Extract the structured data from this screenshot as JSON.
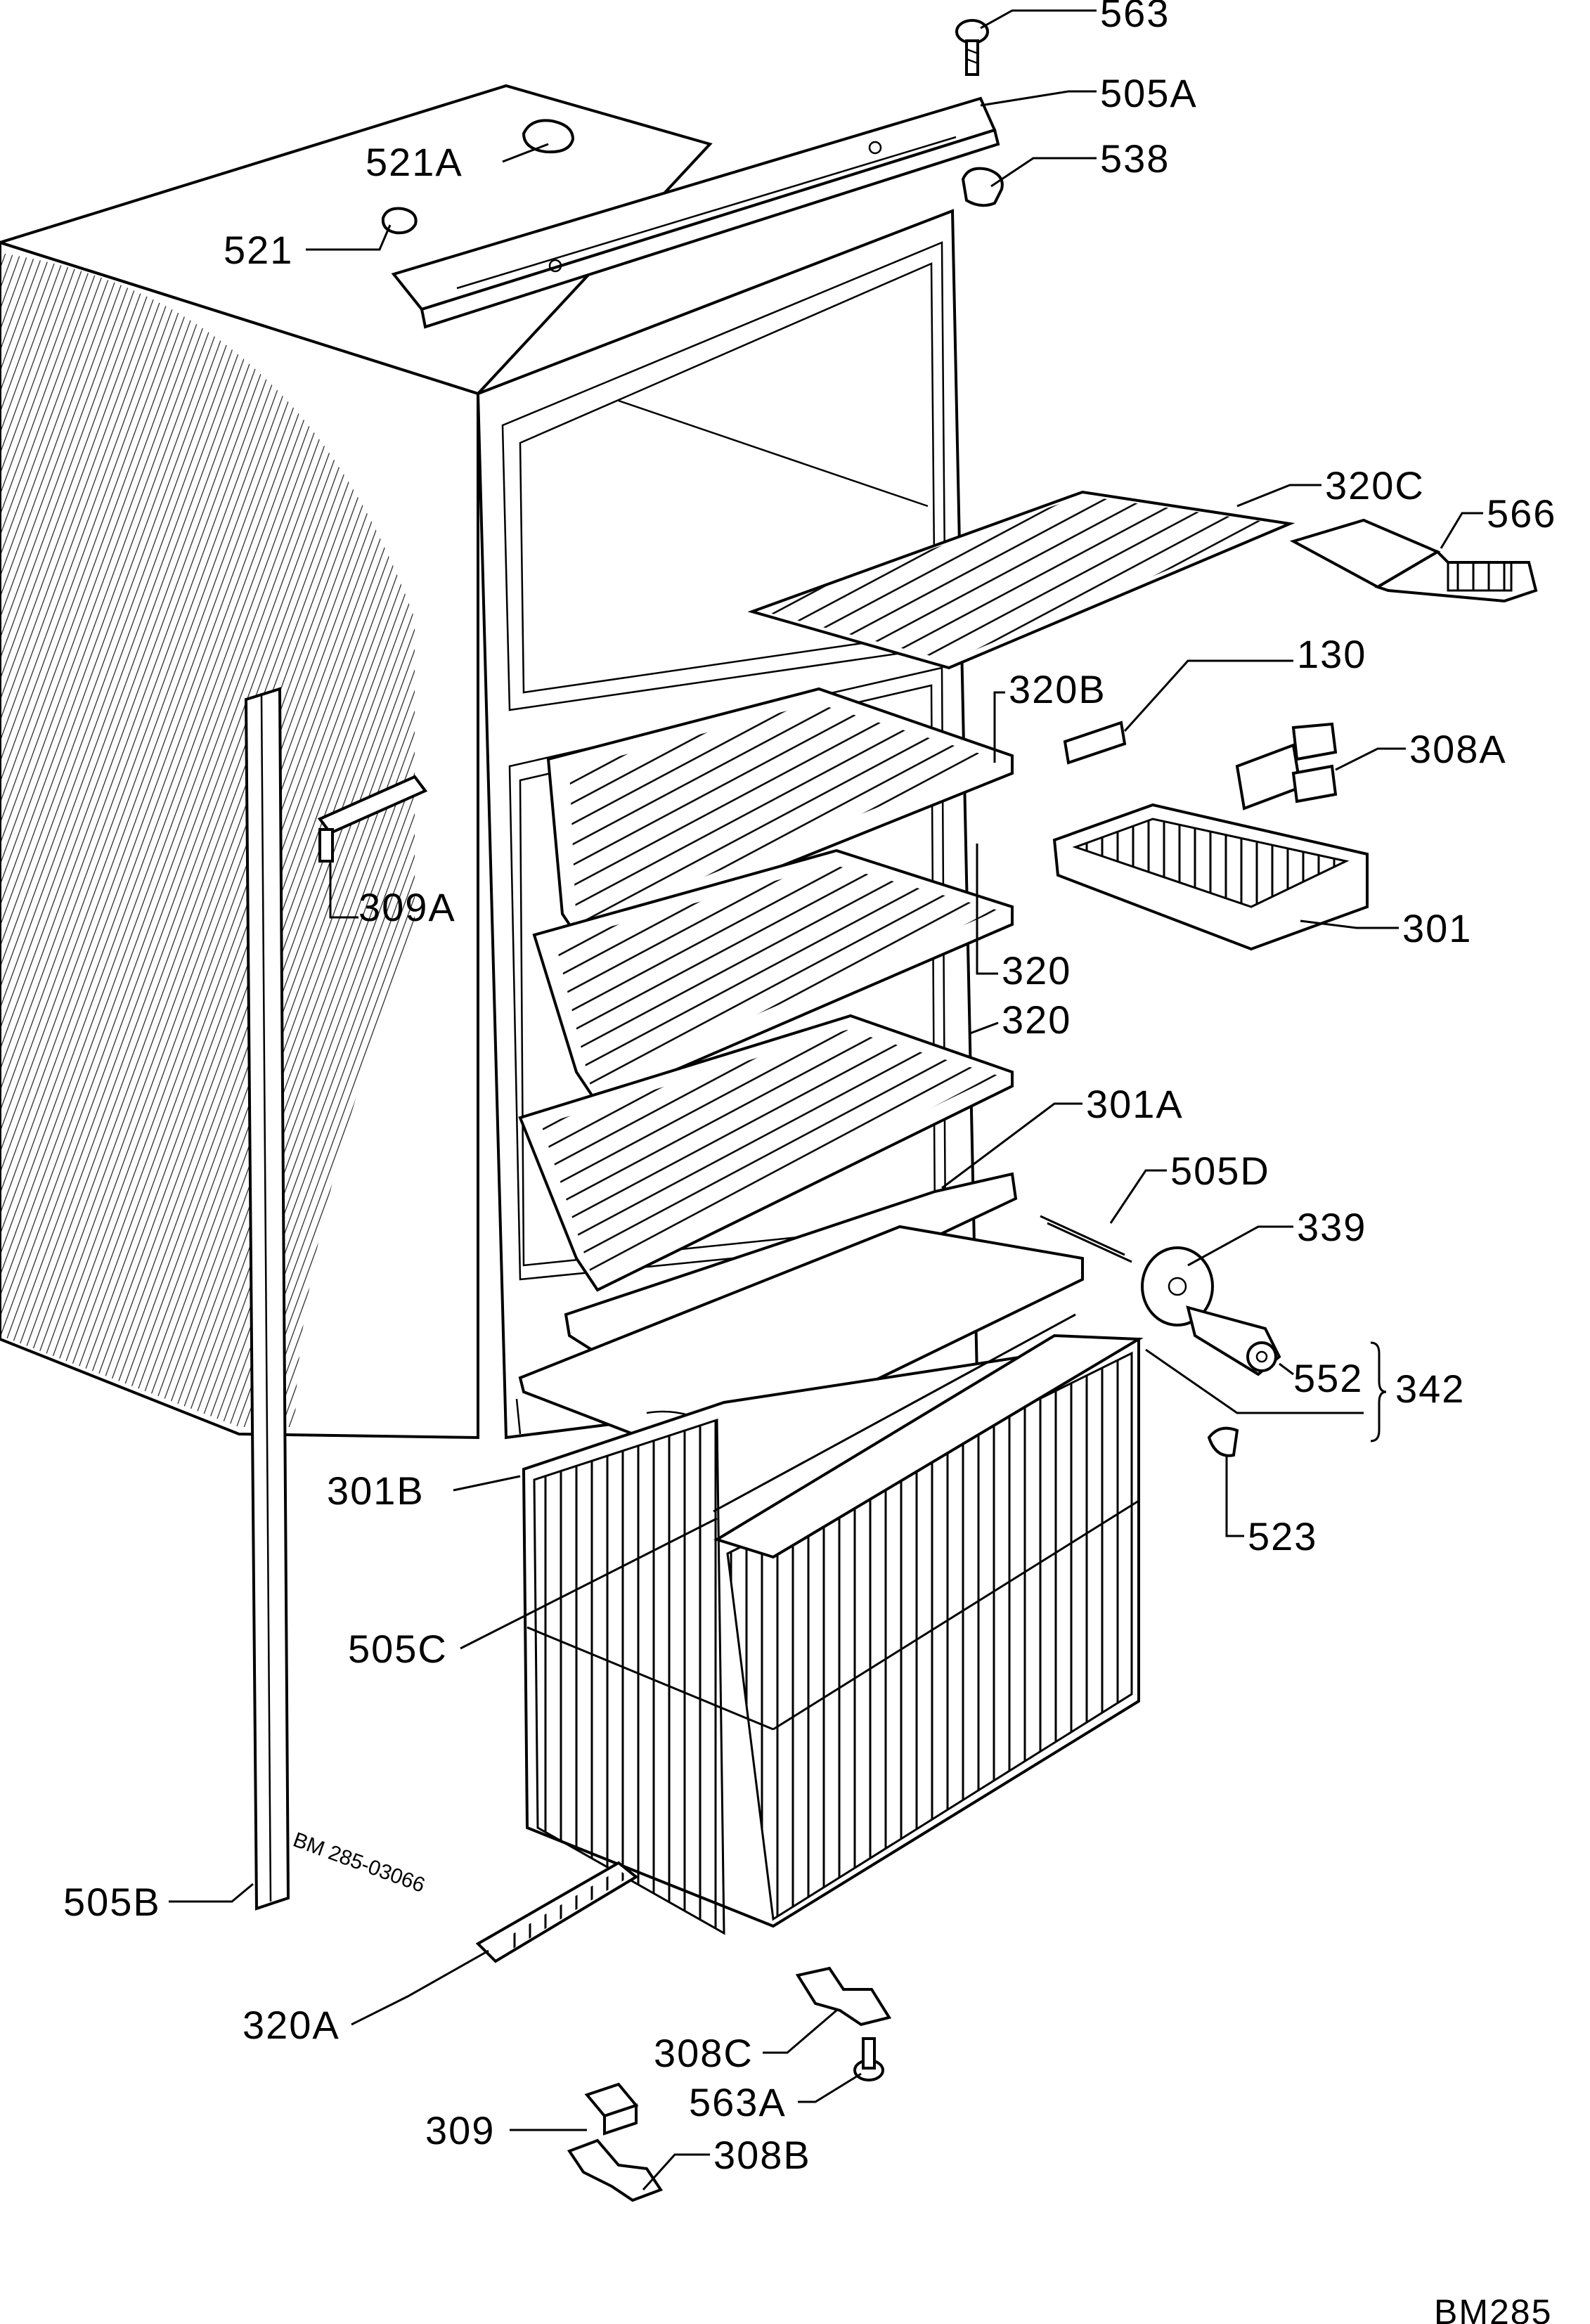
{
  "labels": {
    "l563": "563",
    "l505A": "505A",
    "l521A": "521A",
    "l538": "538",
    "l521": "521",
    "l320C": "320C",
    "l566": "566",
    "l130": "130",
    "l320B": "320B",
    "l308A": "308A",
    "l309A": "309A",
    "l301": "301",
    "l320a": "320",
    "l320b": "320",
    "l301A": "301A",
    "l505D": "505D",
    "l339": "339",
    "l552": "552",
    "l342": "342",
    "l523": "523",
    "l301B": "301B",
    "l505C": "505C",
    "l505B": "505B",
    "l320A": "320A",
    "l308C": "308C",
    "l563A": "563A",
    "l309": "309",
    "l308B": "308B"
  },
  "drawing_code": "BM 285-03066",
  "corner_code": "BM285"
}
